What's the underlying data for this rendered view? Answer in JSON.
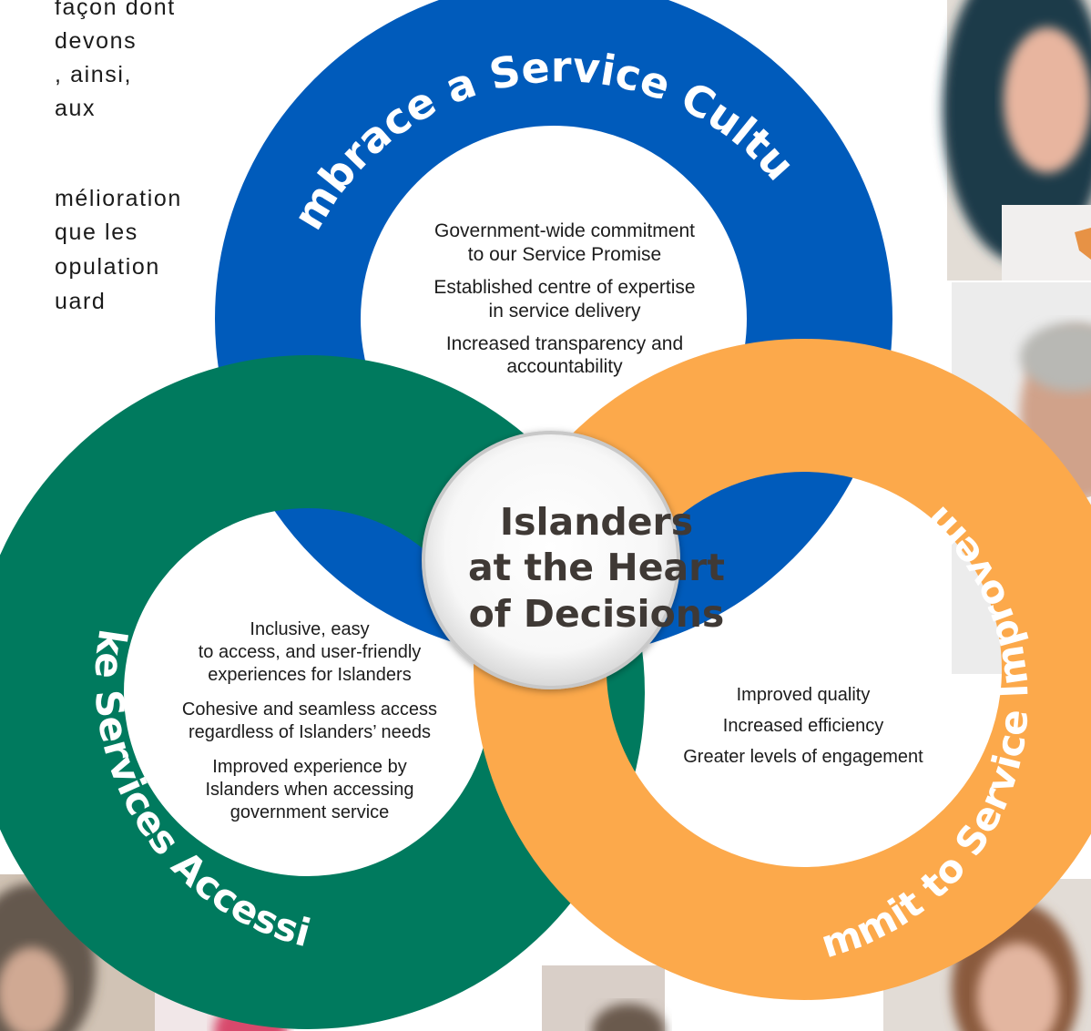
{
  "background_text": {
    "lines": [
      "façon dont",
      "devons",
      ", ainsi,",
      "aux",
      "mélioration",
      "que les",
      "opulation",
      "uard"
    ]
  },
  "center": {
    "title_lines": [
      "Islanders",
      "at the Heart",
      "of Decisions"
    ]
  },
  "rings": {
    "top": {
      "title": "Embrace a Service Culture",
      "color": "#005bbb",
      "items": [
        "Government-wide commitment",
        "to our Service Promise",
        "Established centre of expertise",
        "in service delivery",
        "Increased transparency and",
        "accountability"
      ]
    },
    "left": {
      "title": "Make Services Accessible",
      "color": "#007a5e",
      "items": [
        "Inclusive, easy",
        "to access, and user-friendly",
        "experiences for Islanders",
        "Cohesive and seamless access",
        "regardless of Islanders’ needs",
        "Improved experience by",
        "Islanders when accessing",
        "government service"
      ]
    },
    "right": {
      "title": "Commit to Service Improvement",
      "color": "#fca94b",
      "items": [
        "Improved quality",
        "Increased efficiency",
        "Greater levels of engagement"
      ]
    }
  },
  "photos": [
    {
      "label": "woman-dark-hair-photo"
    },
    {
      "label": "grey-haired-man-photo"
    },
    {
      "label": "curly-haired-person-photo"
    },
    {
      "label": "pink-haired-person-photo"
    },
    {
      "label": "person-bottom-center-photo"
    },
    {
      "label": "young-woman-photo"
    }
  ]
}
